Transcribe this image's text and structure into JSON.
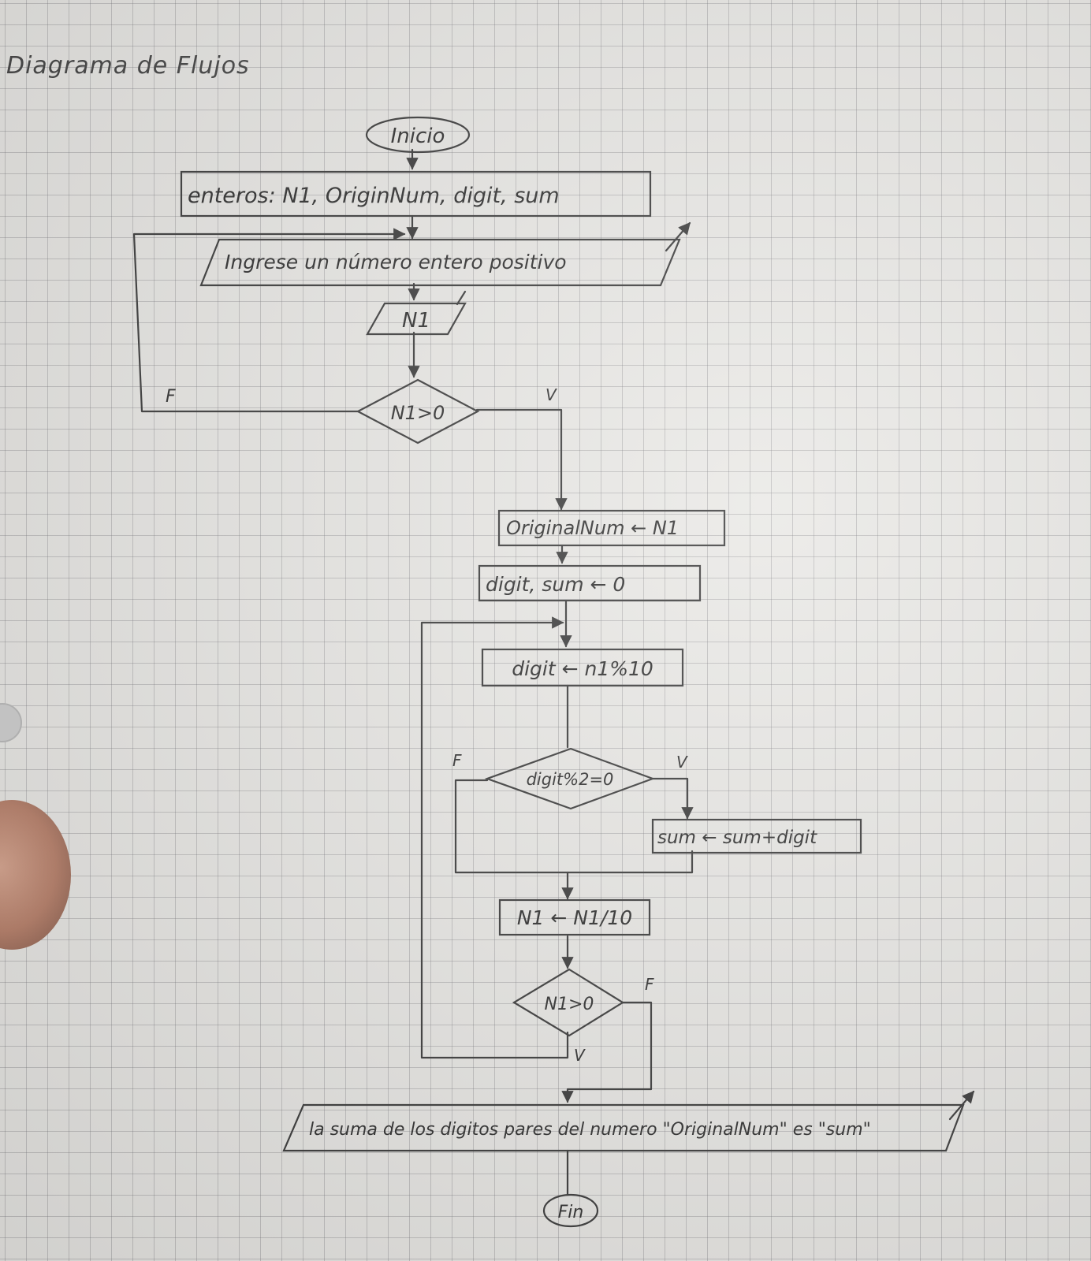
{
  "title": "Diagrama de Flujos",
  "nodes": {
    "start": "Inicio",
    "declare": "enteros: N1, OriginNum, digit, sum",
    "prompt": "Ingrese un número entero positivo",
    "read": "N1",
    "check_positive": "N1>0",
    "assign_original": "OriginalNum ← N1",
    "init": "digit, sum ← 0",
    "get_digit": "digit ← n1%10",
    "check_even": "digit%2=0",
    "accumulate": "sum ← sum+digit",
    "divide": "N1 ← N1/10",
    "loop_check": "N1>0",
    "output": "la suma de los digitos pares del numero \"OriginalNum\" es \"sum\"",
    "end": "Fin"
  },
  "branch_labels": {
    "check_positive_false": "F",
    "check_positive_true": "V",
    "check_even_false": "F",
    "check_even_true": "V",
    "loop_check_false": "F",
    "loop_check_true": "V"
  }
}
